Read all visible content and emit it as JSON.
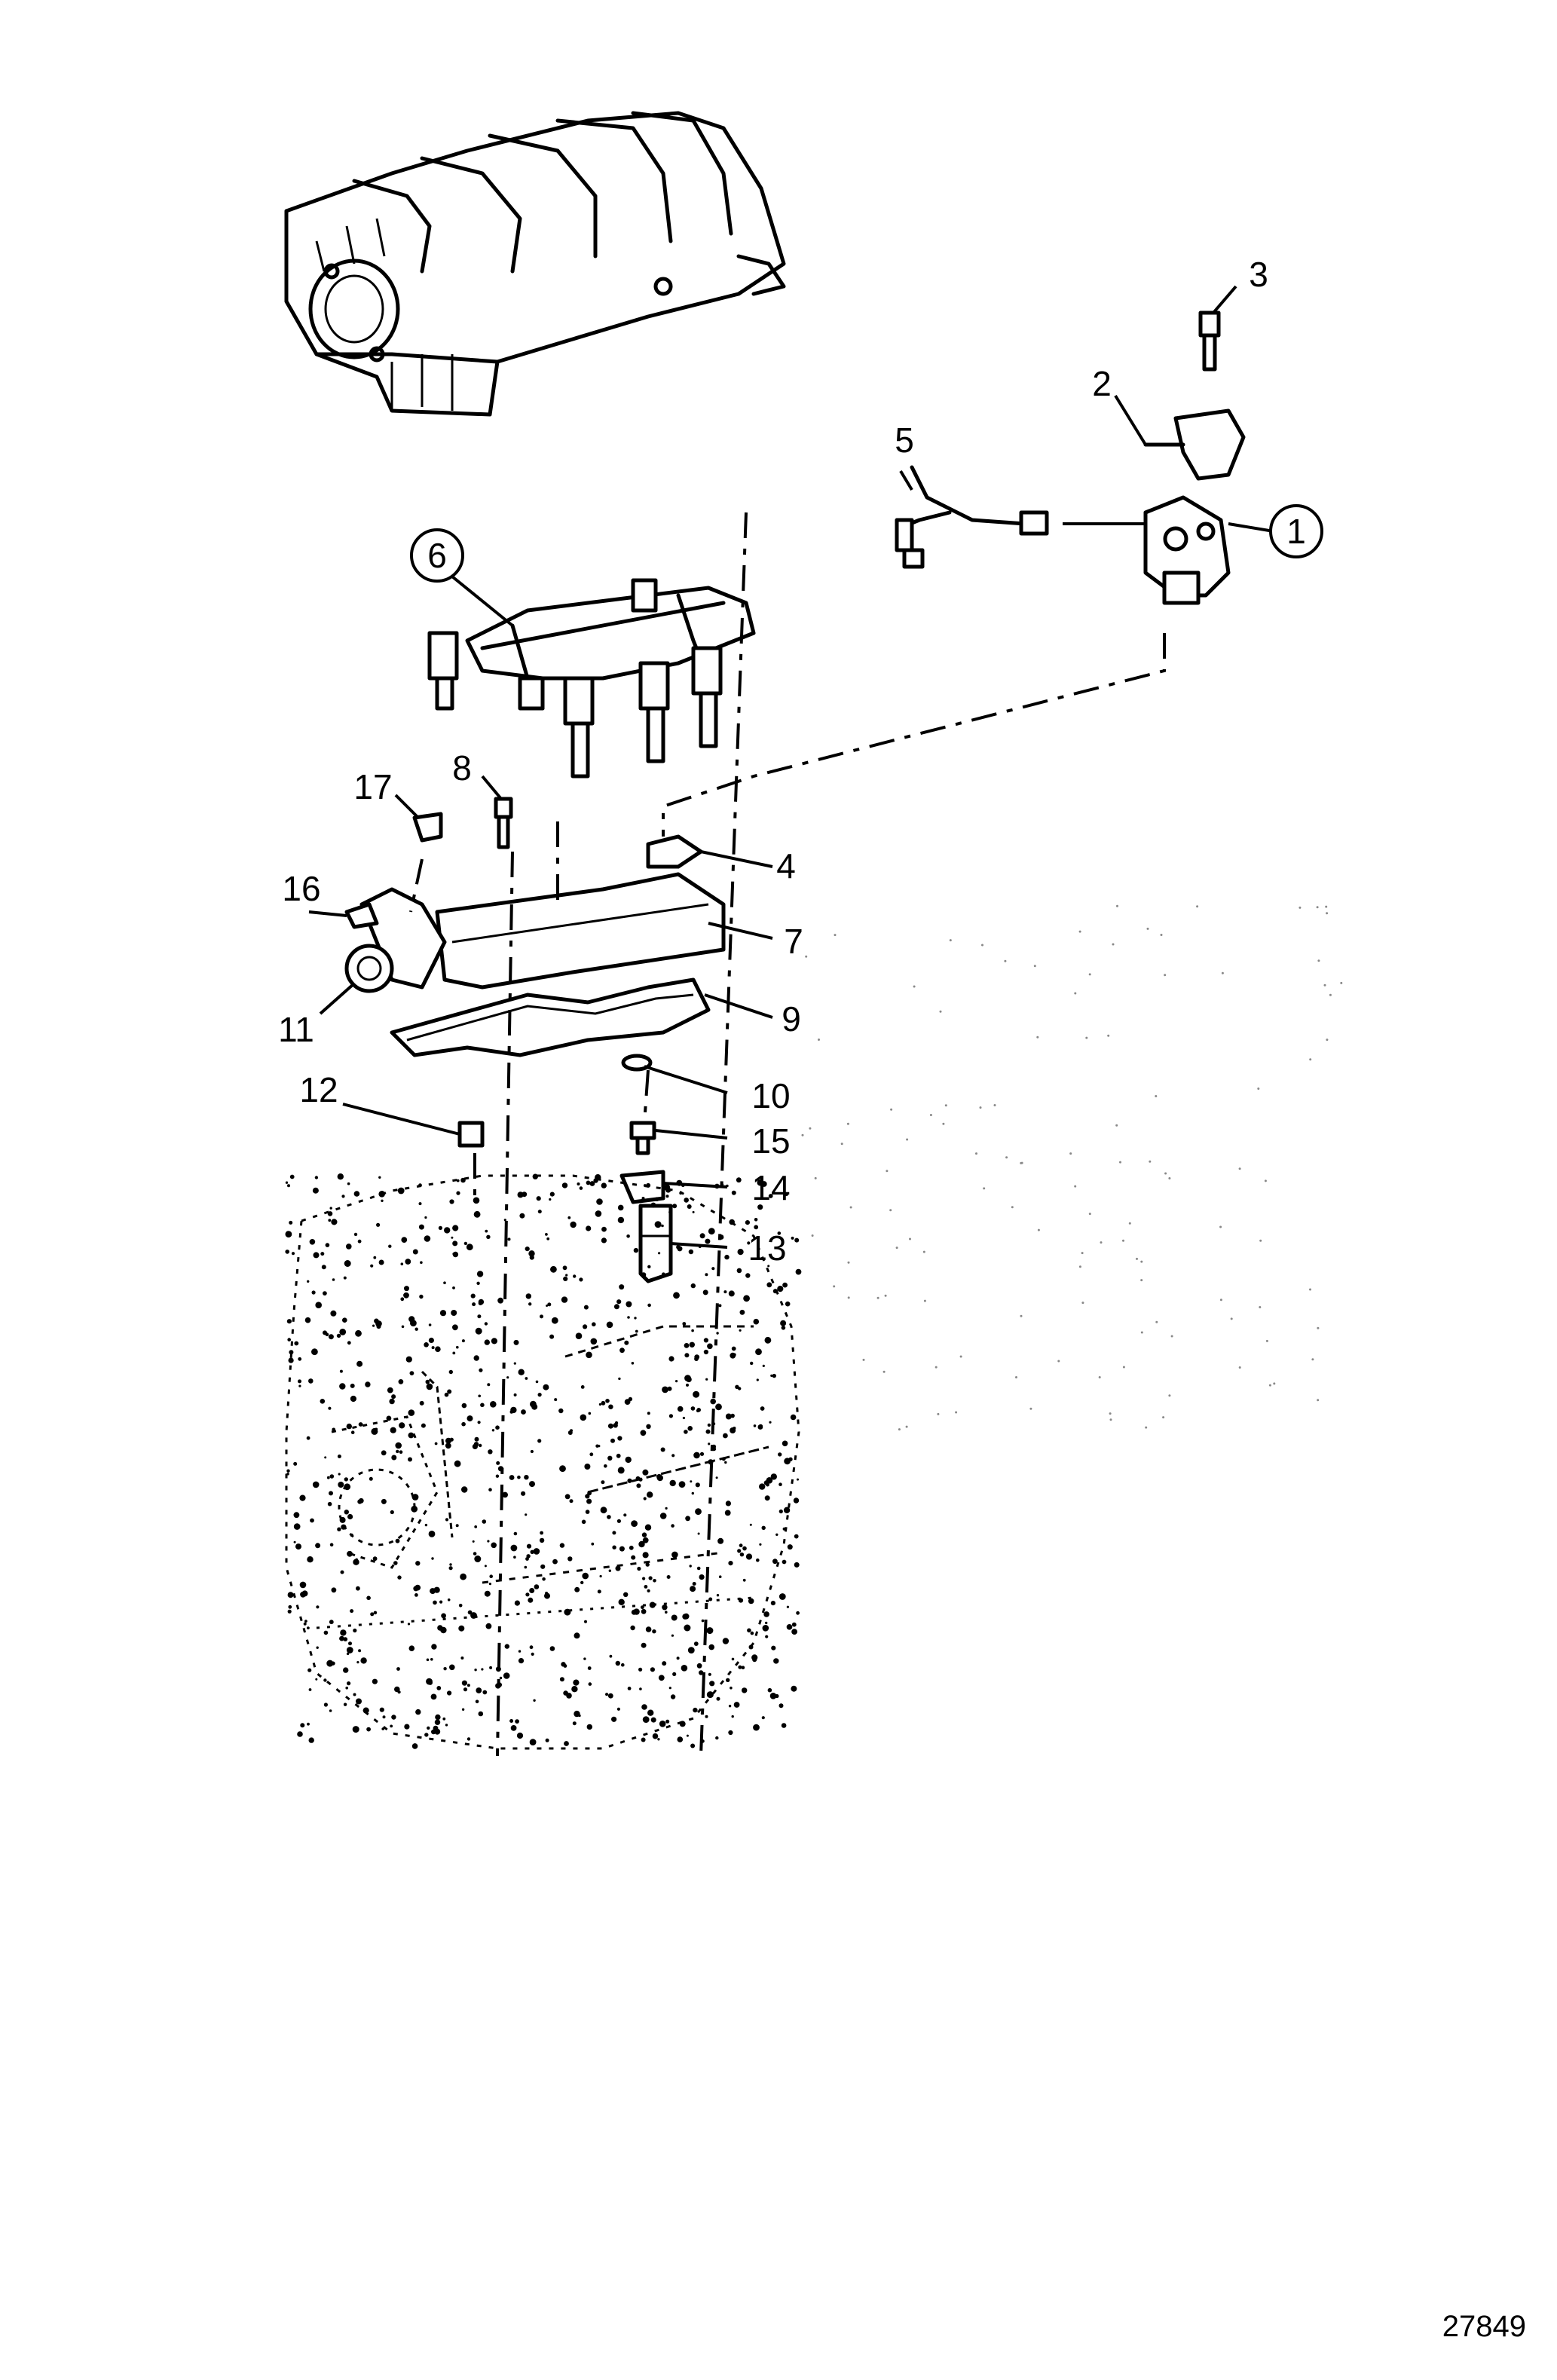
{
  "diagram": {
    "callouts": [
      {
        "id": "1",
        "text": "1",
        "circled": true
      },
      {
        "id": "2",
        "text": "2"
      },
      {
        "id": "3",
        "text": "3"
      },
      {
        "id": "4",
        "text": "4"
      },
      {
        "id": "5",
        "text": "5"
      },
      {
        "id": "6",
        "text": "6",
        "circled": true
      },
      {
        "id": "7",
        "text": "7"
      },
      {
        "id": "8",
        "text": "8"
      },
      {
        "id": "9",
        "text": "9"
      },
      {
        "id": "10",
        "text": "10"
      },
      {
        "id": "11",
        "text": "11"
      },
      {
        "id": "12",
        "text": "12"
      },
      {
        "id": "13",
        "text": "13"
      },
      {
        "id": "14",
        "text": "14"
      },
      {
        "id": "15",
        "text": "15"
      },
      {
        "id": "16",
        "text": "16"
      },
      {
        "id": "17",
        "text": "17"
      }
    ],
    "figure_number": "27849"
  }
}
